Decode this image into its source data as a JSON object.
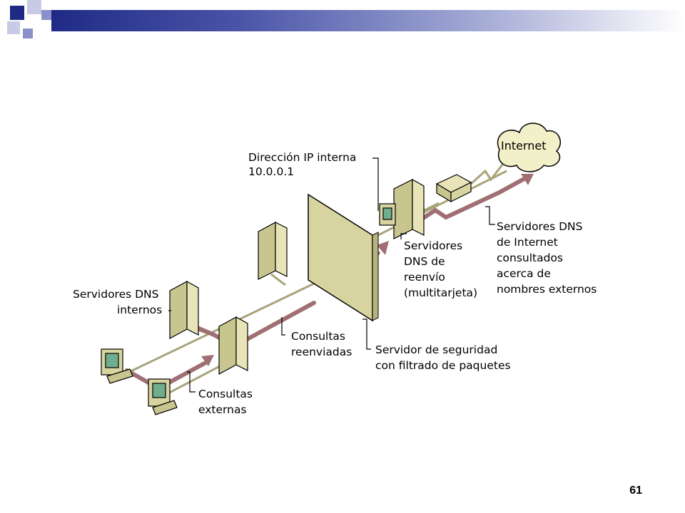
{
  "slide": {
    "page_number": "61"
  },
  "diagram": {
    "cloud_label": "Internet",
    "ip_label": [
      "Dirección IP interna",
      "10.0.0.1"
    ],
    "forwarders_label": [
      "Servidores",
      "DNS de",
      "reenvío",
      "(multitarjeta)"
    ],
    "internet_dns_label": [
      "Servidores DNS",
      "de Internet",
      "consultados",
      "acerca de",
      "nombres externos"
    ],
    "internal_dns_label": [
      "Servidores DNS",
      "internos"
    ],
    "forwarded_label": [
      "Consultas",
      "reenviadas"
    ],
    "firewall_label": [
      "Servidor de seguridad",
      "con filtrado de paquetes"
    ],
    "external_label": [
      "Consultas",
      "externas"
    ]
  },
  "colors": {
    "header_dark": "#1f2a85",
    "device_fill": "#d8d4a0",
    "query_path": "#a06f73",
    "network_line": "#a8a47a"
  }
}
